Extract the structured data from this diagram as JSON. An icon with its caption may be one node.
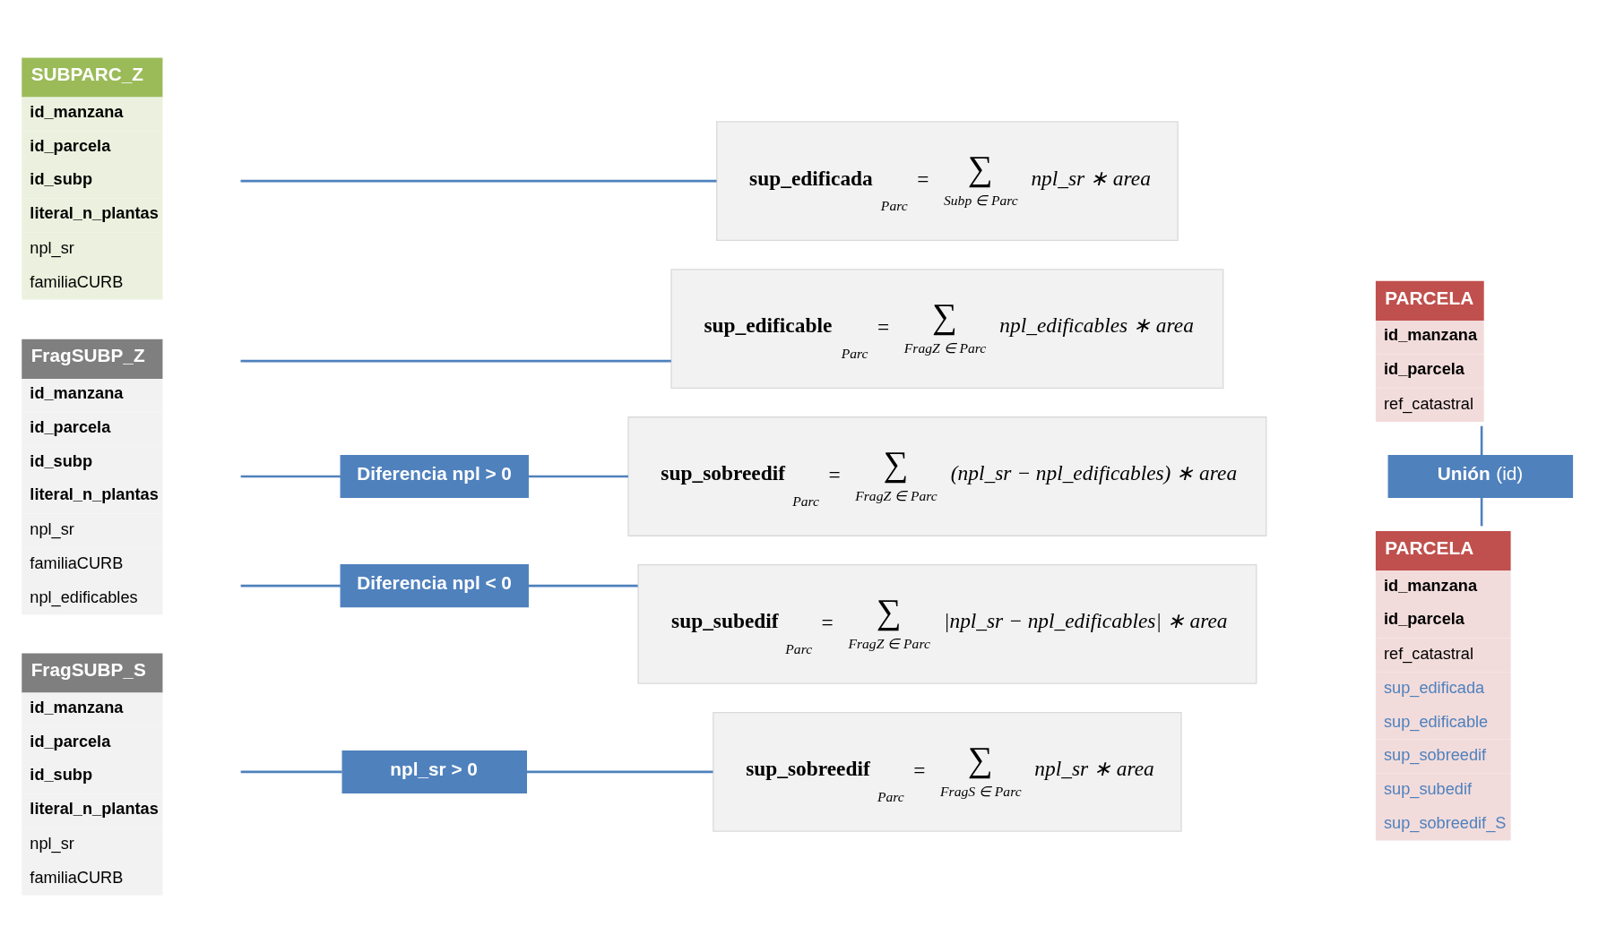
{
  "diagram": {
    "nodes": [
      {
        "text": [
          "SUBPARC_Z",
          "id_manzana",
          "id_parcela",
          "id_subp",
          "literal_n_plantas",
          "npl_sr",
          "familiaCURB"
        ]
      },
      {
        "text": [
          "FragSUBP_Z",
          "id_manzana",
          "id_parcela",
          "id_subp",
          "literal_n_plantas",
          "npl_sr",
          "familiaCURB",
          "npl_edificables"
        ]
      },
      {
        "text": [
          "FragSUBP_S",
          "id_manzana",
          "id_parcela",
          "id_subp",
          "literal_n_plantas",
          "npl_sr",
          "familiaCURB"
        ]
      },
      {
        "text": [
          "**sup_edificada**$_{Parc}$ = ∑$_{Subp ∈ Parc}$ *npl_sr ∗ area*"
        ]
      },
      {
        "text": [
          "**sup_edificable**$_{Parc}$ = ∑$_{FragZ ∈ Parc}$ *npl_edificables ∗ area*"
        ]
      },
      {
        "text": [
          "Diferencia npl > 0"
        ]
      },
      {
        "text": [
          "**sup_sobreedif**$_{Parc}$ = ∑$_{FragZ ∈ Parc}$ *(npl_sr − npl_edificables) ∗ area*"
        ]
      },
      {
        "text": [
          "Diferencia npl < 0"
        ]
      },
      {
        "text": [
          "**sup_subedif**$_{Parc}$ = ∑$_{FragZ ∈ Parc}$ *|npl_sr − npl_edificables| ∗ area*"
        ]
      },
      {
        "text": [
          "npl_sr > 0"
        ]
      },
      {
        "text": [
          "**sup_sobreedif**$_{Parc}$ = ∑$_{FragS ∈ Parc}$ *npl_sr ∗ area*"
        ]
      },
      {
        "text": [
          "PARCELA",
          "id_manzana",
          "id_parcela",
          "ref_catastral"
        ]
      },
      {
        "text": [
          "**Unión** (id)"
        ]
      },
      {
        "text": [
          "PARCELA",
          "id_manzana",
          "id_parcela",
          "ref_catastral",
          "sup_edificada",
          "sup_edificable",
          "sup_sobreedif",
          "sup_subedif",
          "sup_sobreedif_S"
        ]
      }
    ],
    "edges": [
      {
        "from": 0,
        "to": 3,
        "arrow": "none"
      },
      {
        "from": 1,
        "to": 4,
        "arrow": "none"
      },
      {
        "from": 1,
        "to": 5,
        "arrow": "none"
      },
      {
        "from": 5,
        "to": 6,
        "arrow": "none"
      },
      {
        "from": 1,
        "to": 7,
        "arrow": "none"
      },
      {
        "from": 7,
        "to": 8,
        "arrow": "none"
      },
      {
        "from": 2,
        "to": 9,
        "arrow": "none"
      },
      {
        "from": 9,
        "to": 10,
        "arrow": "none"
      },
      {
        "from": 11,
        "to": 12,
        "arrow": "none"
      },
      {
        "from": 12,
        "to": 13,
        "arrow": "none"
      }
    ]
  }
}
